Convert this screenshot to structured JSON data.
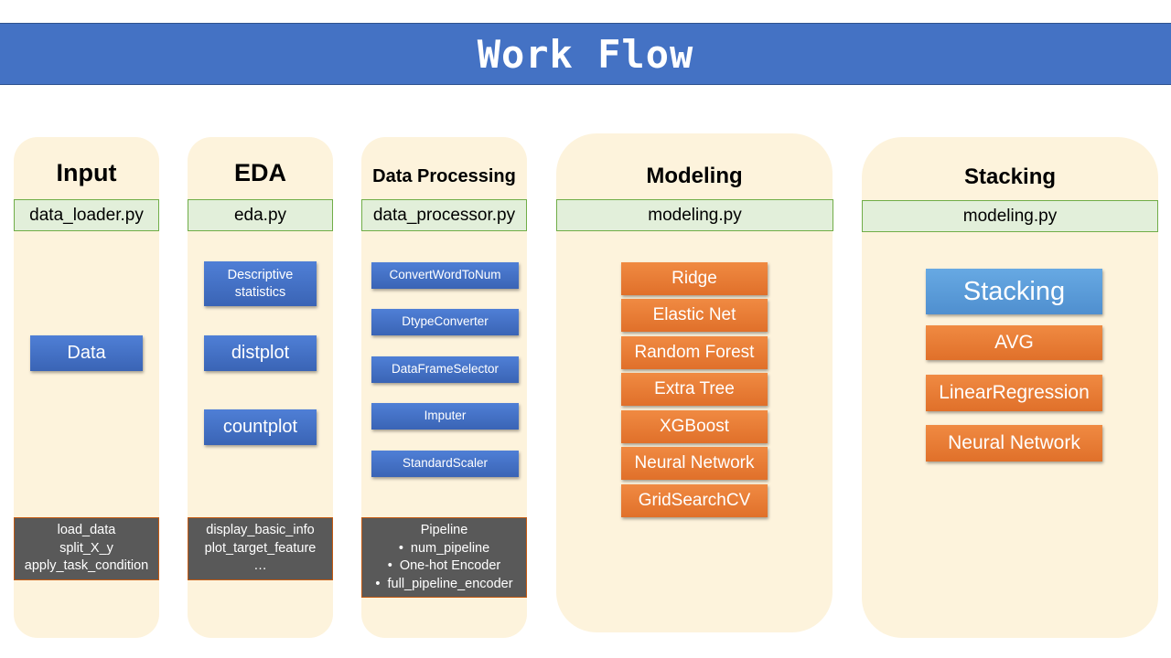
{
  "title": "Work Flow",
  "columns": {
    "input": {
      "heading": "Input",
      "file": "data_loader.py",
      "steps": [
        "Data"
      ],
      "functions": [
        "load_data",
        "split_X_y",
        "apply_task_condition"
      ]
    },
    "eda": {
      "heading": "EDA",
      "file": "eda.py",
      "steps": [
        "Descriptive statistics",
        "distplot",
        "countplot"
      ],
      "functions": [
        "display_basic_info",
        "plot_target_feature",
        "…"
      ]
    },
    "processing": {
      "heading": "Data Processing",
      "file": "data_processor.py",
      "steps": [
        "ConvertWordToNum",
        "DtypeConverter",
        "DataFrameSelector",
        "Imputer",
        "StandardScaler"
      ],
      "functions_title": "Pipeline",
      "functions": [
        "num_pipeline",
        "One-hot Encoder",
        "full_pipeline_encoder"
      ]
    },
    "modeling": {
      "heading": "Modeling",
      "file": "modeling.py",
      "models": [
        "Ridge",
        "Elastic Net",
        "Random Forest",
        "Extra Tree",
        "XGBoost",
        "Neural Network",
        "GridSearchCV"
      ]
    },
    "stacking": {
      "heading": "Stacking",
      "file": "modeling.py",
      "main": "Stacking",
      "methods": [
        "AVG",
        "LinearRegression",
        "Neural Network"
      ]
    }
  },
  "colors": {
    "title_bar": "#4472c4",
    "panel": "#fdf3dc",
    "file_box": "#e2efda",
    "blue_step": "#4472c4",
    "orange_step": "#ed7d31",
    "light_blue_step": "#5b9bd5",
    "notes_box": "#595959"
  }
}
